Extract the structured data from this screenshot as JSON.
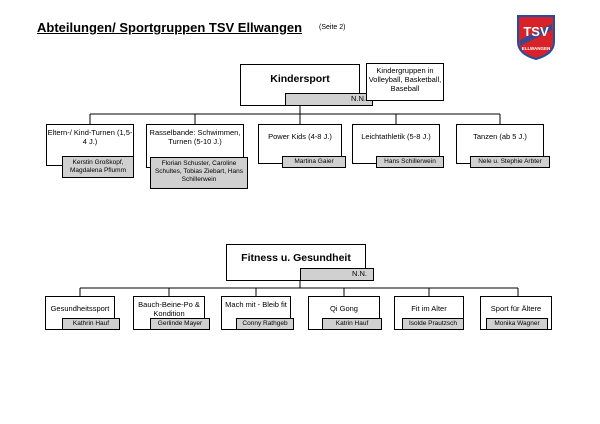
{
  "header": {
    "title": "Abteilungen/ Sportgruppen TSV Ellwangen",
    "note": "(Seite 2)"
  },
  "logo": {
    "letters": "TSV",
    "subtext": "ELLWANGEN",
    "colors": {
      "blue": "#1f4fa0",
      "red": "#d8222a"
    }
  },
  "colors": {
    "tag_fill": "#d0d0d0",
    "line": "#000000"
  },
  "kindersport": {
    "title": "Kindersport",
    "lead": "N.N.",
    "info": "Kindergruppen in Volleyball, Basketball, Baseball",
    "groups": [
      {
        "name": "Eltern-/ Kind-Turnen (1,5-4 J.)",
        "lead": "Kerstin Großkopf, Magdalena Pflumm"
      },
      {
        "name": "Rasselbande: Schwimmen, Turnen (5-10 J.)",
        "lead": "Florian Schuster, Caroline Schultes, Tobias Ziebart, Hans Schillerwein"
      },
      {
        "name": "Power Kids (4-8 J.)",
        "lead": "Martina Gaier"
      },
      {
        "name": "Leichtathletik (5-8 J.)",
        "lead": "Hans Schillerwein"
      },
      {
        "name": "Tanzen (ab 5 J.)",
        "lead": "Nele u. Stephie Arbter"
      }
    ]
  },
  "fitness": {
    "title": "Fitness u. Gesundheit",
    "lead": "N.N.",
    "groups": [
      {
        "name": "Gesundheitssport",
        "lead": "Kathrin Hauf"
      },
      {
        "name": "Bauch-Beine-Po & Kondition",
        "lead": "Gerlinde Mayer"
      },
      {
        "name": "Mach mit - Bleib fit",
        "lead": "Conny Rathgeb"
      },
      {
        "name": "Qi Gong",
        "lead": "Katrin Hauf"
      },
      {
        "name": "Fit im Alter",
        "lead": "Isolde Prautzsch"
      },
      {
        "name": "Sport für Ältere",
        "lead": "Monika Wagner"
      }
    ]
  }
}
